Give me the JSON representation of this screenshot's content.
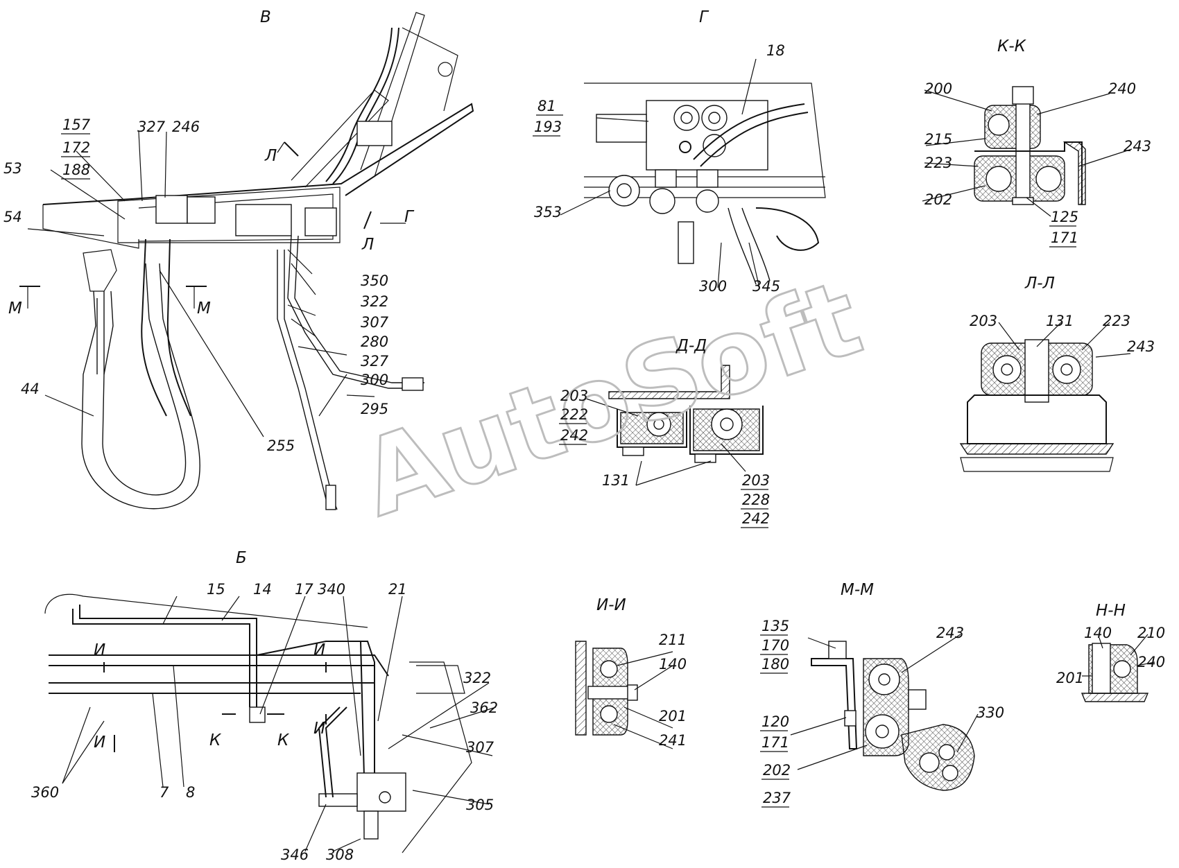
{
  "watermark": "AutoSoft",
  "views": [
    {
      "id": "v",
      "title": "В"
    },
    {
      "id": "g",
      "title": "Г"
    },
    {
      "id": "kk",
      "title": "К-К"
    },
    {
      "id": "ll",
      "title": "Л-Л"
    },
    {
      "id": "dd",
      "title": "Д-Д"
    },
    {
      "id": "b",
      "title": "Б"
    },
    {
      "id": "ii",
      "title": "И-И"
    },
    {
      "id": "mm",
      "title": "М-М"
    },
    {
      "id": "nn",
      "title": "Н-Н"
    }
  ],
  "section_marks": {
    "l": "Л",
    "g": "Г",
    "m": "М",
    "i": "И",
    "k": "К"
  },
  "labels": {
    "v": [
      "157",
      "172",
      "188",
      "327",
      "246",
      "53",
      "54",
      "350",
      "322",
      "307",
      "280",
      "327",
      "300",
      "295",
      "44",
      "255"
    ],
    "g": [
      "18",
      "81",
      "193",
      "353",
      "300",
      "345"
    ],
    "kk": [
      "200",
      "240",
      "215",
      "243",
      "223",
      "202",
      "125",
      "171"
    ],
    "ll": [
      "203",
      "131",
      "223",
      "243"
    ],
    "dd": [
      "203",
      "222",
      "242",
      "131",
      "203",
      "228",
      "242"
    ],
    "b": [
      "15",
      "14",
      "17",
      "340",
      "21",
      "322",
      "362",
      "307",
      "305",
      "360",
      "7",
      "8",
      "346",
      "308"
    ],
    "ii": [
      "211",
      "140",
      "201",
      "241"
    ],
    "mm": [
      "135",
      "170",
      "180",
      "243",
      "120",
      "171",
      "330",
      "202",
      "237"
    ],
    "nn": [
      "140",
      "210",
      "240",
      "201"
    ]
  }
}
